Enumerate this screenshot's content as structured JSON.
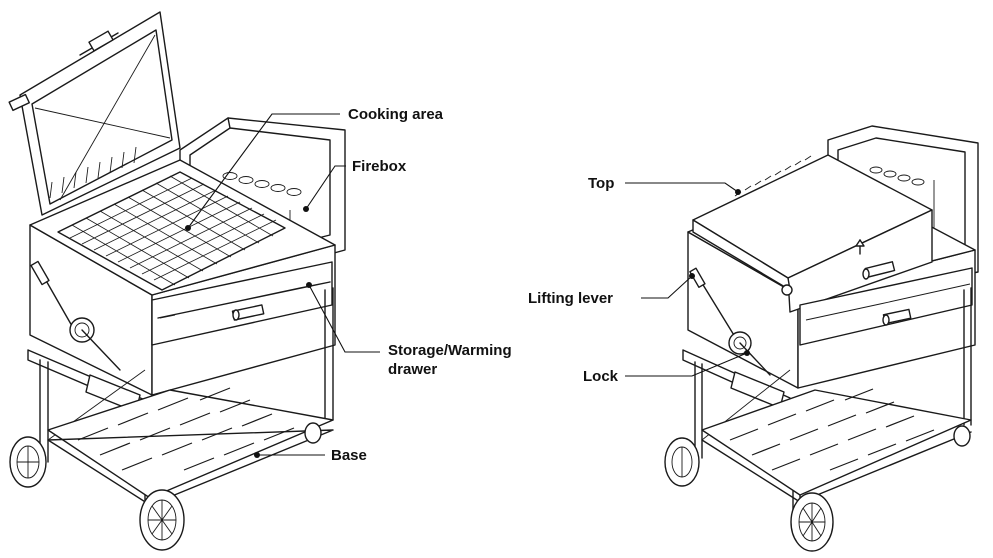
{
  "diagram": {
    "left_grill": {
      "labels": {
        "cooking_area": "Cooking area",
        "firebox": "Firebox",
        "storage_line1": "Storage/Warming",
        "storage_line2": "drawer",
        "base": "Base"
      }
    },
    "right_grill": {
      "labels": {
        "top": "Top",
        "lifting_lever": "Lifting lever",
        "lock": "Lock"
      }
    }
  }
}
